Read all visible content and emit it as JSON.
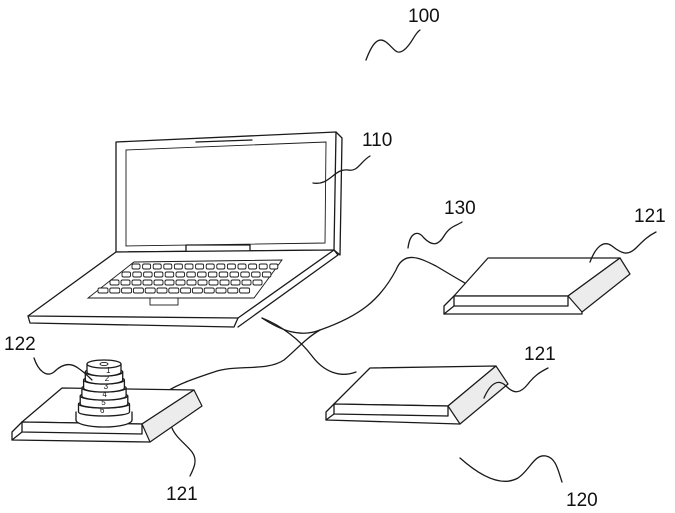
{
  "labels": {
    "system": "100",
    "computer": "110",
    "device_group": "120",
    "cable": "130",
    "pad_top_right": "121",
    "pad_middle": "121",
    "pad_left": "121",
    "disc_stack": "122"
  },
  "disc_numbers": [
    "1",
    "2",
    "3",
    "4",
    "5",
    "6"
  ]
}
